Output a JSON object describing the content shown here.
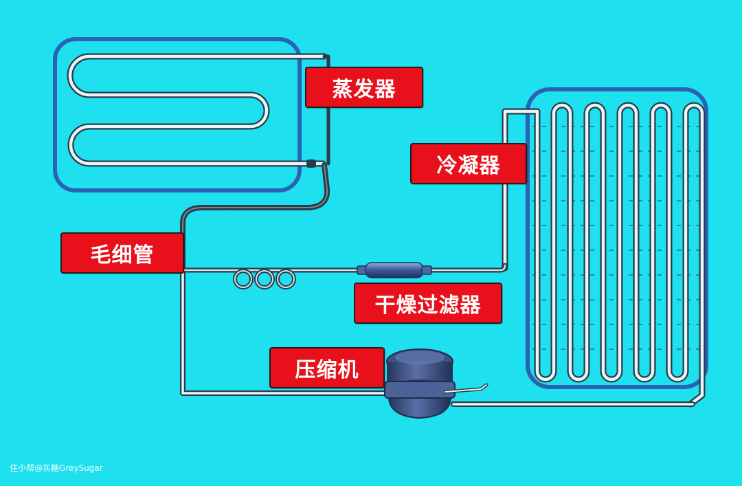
{
  "labels": {
    "evaporator": "蒸发器",
    "condenser": "冷凝器",
    "capillary": "毛细管",
    "filter_drier": "干燥过滤器",
    "compressor": "压缩机"
  },
  "watermark": "住小帮@灰糖GreySugar",
  "colors": {
    "background": "#1ee0ee",
    "label_bg": "#e8101a",
    "label_text": "#ffffff",
    "pipe": "#2b3a4a",
    "pipe_highlight": "#e9f6f8",
    "evaporator_frame": "#2a62b4",
    "condenser_frame": "#2a62b4",
    "compressor": "#3a4f80"
  },
  "icons": {
    "evaporator": "serpentine-coil-icon",
    "condenser": "vertical-coil-icon",
    "capillary": "coiled-tube-icon",
    "filter_drier": "filter-cylinder-icon",
    "compressor": "compressor-icon"
  }
}
